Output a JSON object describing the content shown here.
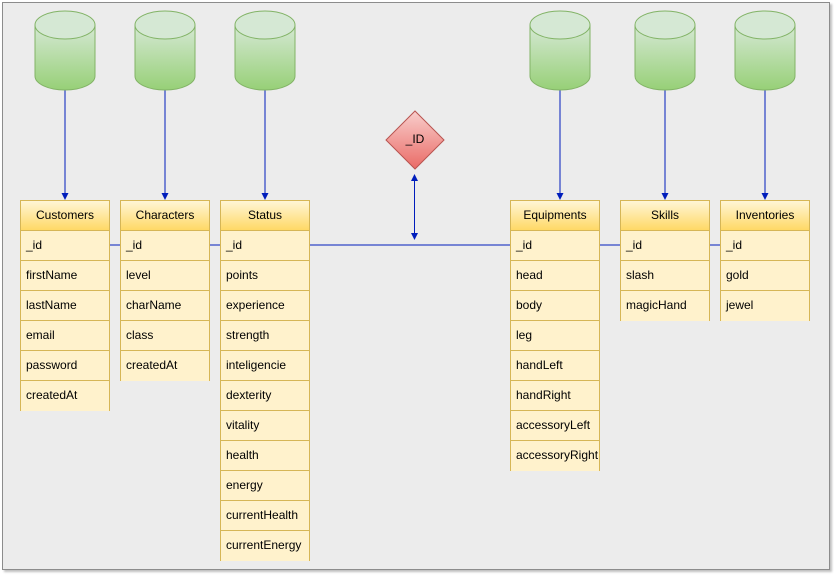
{
  "colors": {
    "wire": "#001dbc",
    "entity_fill": "#fff2cc",
    "entity_stroke": "#d6b656",
    "db_fill": "#d5e8d4",
    "db_fill_dark": "#97d077",
    "db_stroke": "#82b366",
    "diamond_fill": "#f8cecc",
    "diamond_fill_dark": "#ea6b66",
    "diamond_stroke": "#b85450",
    "background": "#ececec"
  },
  "diamond": {
    "label": "_ID"
  },
  "entities": [
    {
      "title": "Customers",
      "fields": [
        "_id",
        "firstName",
        "lastName",
        "email",
        "password",
        "createdAt"
      ]
    },
    {
      "title": "Characters",
      "fields": [
        "_id",
        "level",
        "charName",
        "class",
        "createdAt"
      ]
    },
    {
      "title": "Status",
      "fields": [
        "_id",
        "points",
        "experience",
        "strength",
        "inteligencie",
        "dexterity",
        "vitality",
        "health",
        "energy",
        "currentHealth",
        "currentEnergy"
      ]
    },
    {
      "title": "Equipments",
      "fields": [
        "_id",
        "head",
        "body",
        "leg",
        "handLeft",
        "handRight",
        "accessoryLeft",
        "accessoryRight"
      ]
    },
    {
      "title": "Skills",
      "fields": [
        "_id",
        "slash",
        "magicHand"
      ]
    },
    {
      "title": "Inventories",
      "fields": [
        "_id",
        "gold",
        "jewel"
      ]
    }
  ]
}
